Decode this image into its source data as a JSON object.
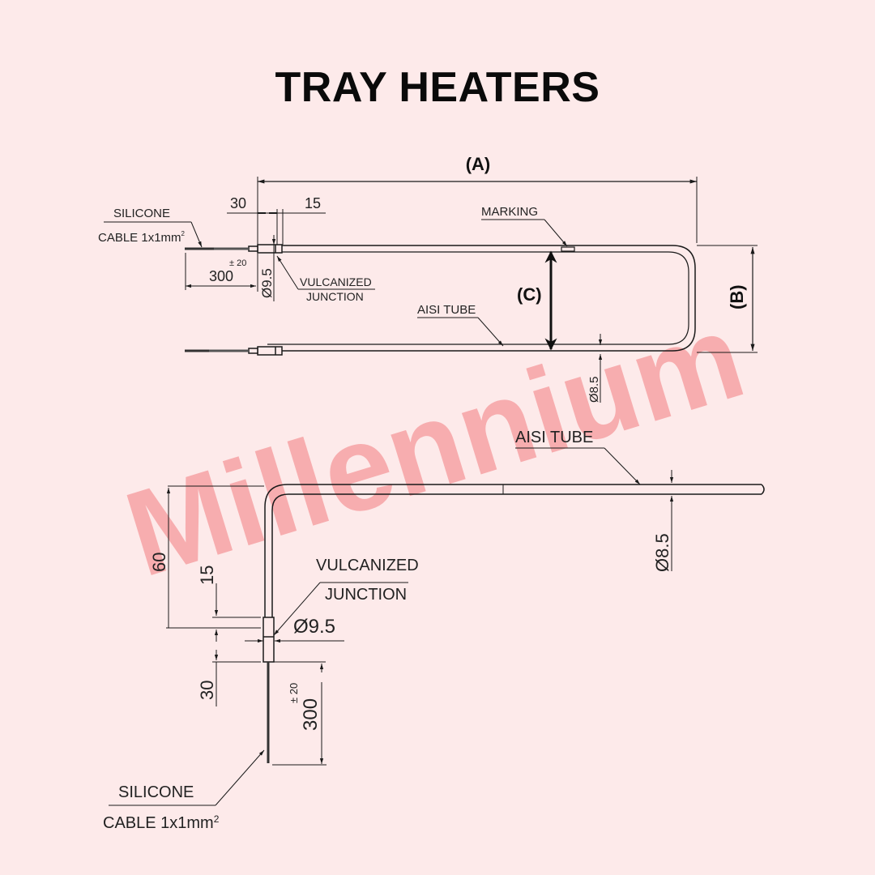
{
  "title": "TRAY HEATERS",
  "watermark": {
    "text": "Millennium",
    "color": "#f7a3a5"
  },
  "colors": {
    "background": "#fdeaea",
    "line": "#1a1a1a"
  },
  "top_view": {
    "dim_a": "(A)",
    "dim_b": "(B)",
    "dim_c": "(C)",
    "dim_30": "30",
    "dim_15": "15",
    "dim_300": "300",
    "tol_300": "± 20",
    "dia_junction": "Ø9.5",
    "dia_tube": "Ø8.5",
    "label_silicone": "SILICONE",
    "label_cable": "CABLE 1x1mm",
    "label_cable_sup": "2",
    "label_marking": "MARKING",
    "label_vulcanized": "VULCANIZED",
    "label_junction": "JUNCTION",
    "label_aisi": "AISI TUBE"
  },
  "side_view": {
    "label_aisi": "AISI TUBE",
    "dia_tube": "Ø8.5",
    "dim_60": "60",
    "dim_15": "15",
    "dim_30": "30",
    "dim_300": "300",
    "tol_300": "± 20",
    "dia_junction": "Ø9.5",
    "label_vulcanized": "VULCANIZED",
    "label_junction": "JUNCTION",
    "label_silicone": "SILICONE",
    "label_cable": "CABLE 1x1mm",
    "label_cable_sup": "2"
  }
}
